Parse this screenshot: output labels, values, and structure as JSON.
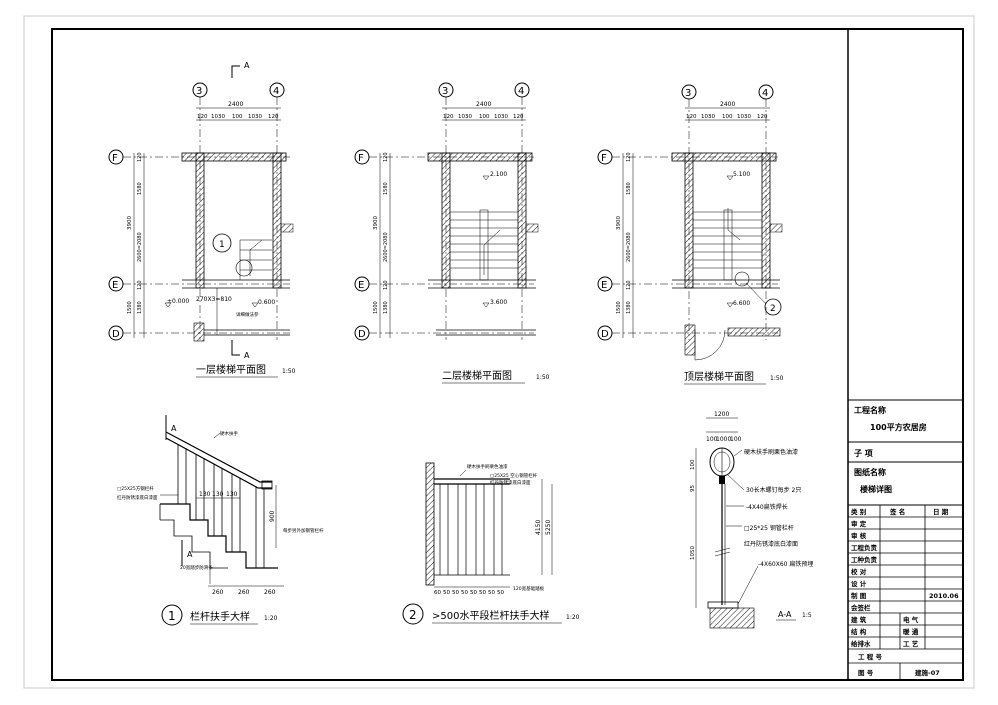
{
  "sheet": {
    "title_block": {
      "project_label": "工程名称",
      "project_value": "100平方农居房",
      "sub_item_label": "子 项",
      "drawing_name_label": "图纸名称",
      "drawing_name_value": "楼梯详图",
      "header_cols": [
        "类 别",
        "签 名",
        "日 期"
      ],
      "roles": [
        "审 定",
        "审 核",
        "工程负责",
        "工种负责",
        "校 对",
        "设 计",
        "制 图"
      ],
      "date_value": "2010.06",
      "countersign_label": "会签栏",
      "countersign_rows": [
        [
          "建 筑",
          "电 气"
        ],
        [
          "结 构",
          "暖 通"
        ],
        [
          "给排水",
          "工 艺"
        ]
      ],
      "project_no_label": "工 程 号",
      "drawing_no_label": "图 号",
      "drawing_no_value": "建施-07"
    },
    "plans": [
      {
        "title": "一层楼梯平面图",
        "scale": "1:50",
        "width_total": "2400",
        "width_segs": [
          "120",
          "1030",
          "100",
          "1030",
          "120"
        ],
        "height_segs": [
          "120",
          "1580",
          "2600=2080",
          "120",
          "1380",
          "1500"
        ],
        "height_total": "3900",
        "level_a": "±0.000",
        "level_b": "0.600",
        "flight_label": "270X3=810",
        "note": "详细做法参",
        "detail_callout": "1",
        "section_mark": "A",
        "axes_top": [
          "3",
          "4"
        ],
        "axes_left": [
          "F",
          "E",
          "D"
        ]
      },
      {
        "title": "二层楼梯平面图",
        "scale": "1:50",
        "width_total": "2400",
        "width_segs": [
          "120",
          "1030",
          "100",
          "1030",
          "120"
        ],
        "height_segs": [
          "120",
          "1580",
          "2600=2080",
          "120",
          "1380",
          "1500"
        ],
        "height_total": "3900",
        "level_a": "2.100",
        "level_b": "3.600",
        "axes_top": [
          "3",
          "4"
        ],
        "axes_left": [
          "F",
          "E",
          "D"
        ]
      },
      {
        "title": "顶层楼梯平面图",
        "scale": "1:50",
        "width_total": "2400",
        "width_segs": [
          "120",
          "1030",
          "100",
          "1030",
          "120"
        ],
        "height_segs": [
          "120",
          "1580",
          "2600=2080",
          "120",
          "1380",
          "1500"
        ],
        "height_total": "3900",
        "level_a": "5.100",
        "level_b": "6.600",
        "detail_callout": "2",
        "axes_top": [
          "3",
          "4"
        ],
        "axes_left": [
          "F",
          "E",
          "D"
        ]
      }
    ],
    "details": [
      {
        "number": "1",
        "title": "栏杆扶手大样",
        "scale": "1:20",
        "label_top": "硬木扶手",
        "label_left_1": "□25X25方钢栏杆",
        "label_left_2": "红丹防锈漆底白漆面",
        "label_right": "每步另外加钢管栏杆",
        "dims_spacing": [
          "130",
          "130",
          "130"
        ],
        "dim_height": "900",
        "dims_bottom": [
          "260",
          "260",
          "260"
        ],
        "label_bottom": "20宽踏步防滑条",
        "section_mark": "A"
      },
      {
        "number": "2",
        "title": ">500水平段栏杆扶手大样",
        "scale": "1:20",
        "label_1": "硬木扶手刷栗色油漆",
        "label_2": "□25X25 空心钢管栏杆",
        "label_3": "红丹防锈漆底白漆面",
        "dim_v1": "4150",
        "dim_v2": "5250",
        "dims_bottom": [
          "60",
          "50",
          "50",
          "50",
          "50",
          "50",
          "50",
          "50"
        ],
        "label_bottom": "120宽基础踏板"
      },
      {
        "title": "A-A",
        "scale": "1:5",
        "dim_top": "1200",
        "dims_top": [
          "100",
          "1000",
          "100"
        ],
        "label_1": "硬木扶手刷栗色油漆",
        "label_2": "30长木螺钉每步 2只",
        "label_3": "-4X40扁铁焊长",
        "label_4": "□25*25 钢管栏杆",
        "label_5": "红丹防锈漆底白漆面",
        "label_6": "-4X60X60 扁铁预埋",
        "dims_left": [
          "100",
          "95",
          "1050"
        ]
      }
    ]
  }
}
